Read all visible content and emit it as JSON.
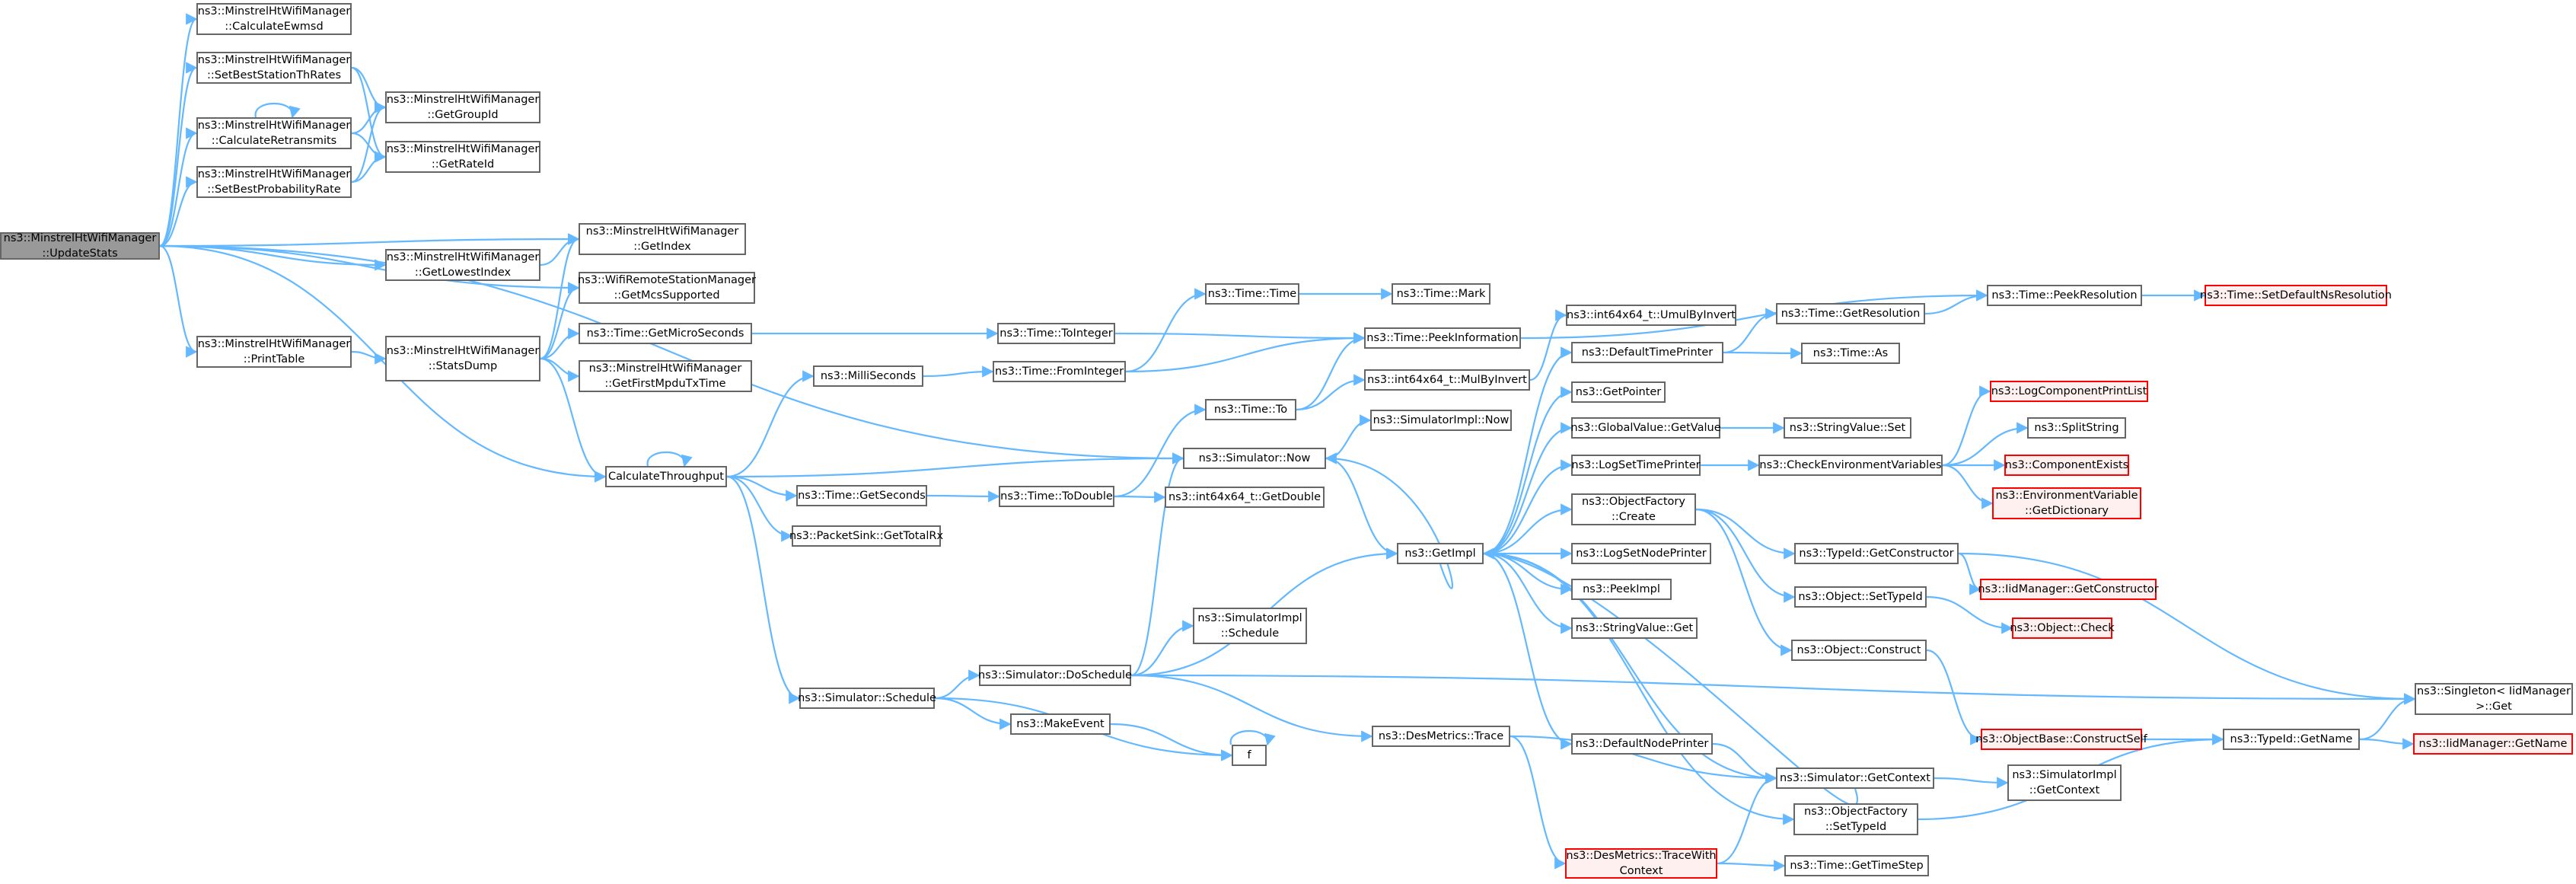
{
  "colors": {
    "edge": "#63b8ff",
    "node_border": "#666666",
    "warn_border": "#ff0000",
    "warn_fill": "#fff0f0",
    "root_fill": "#999999"
  },
  "nodes": {
    "update_stats": {
      "lines": [
        "ns3::MinstrelHtWifiManager",
        "::UpdateStats"
      ],
      "style": "root"
    },
    "calc_ewmsd": {
      "lines": [
        "ns3::MinstrelHtWifiManager",
        "::CalculateEwmsd"
      ],
      "style": "normal"
    },
    "set_best_station_th": {
      "lines": [
        "ns3::MinstrelHtWifiManager",
        "::SetBestStationThRates"
      ],
      "style": "normal"
    },
    "calc_retransmits": {
      "lines": [
        "ns3::MinstrelHtWifiManager",
        "::CalculateRetransmits"
      ],
      "style": "normal"
    },
    "set_best_prob": {
      "lines": [
        "ns3::MinstrelHtWifiManager",
        "::SetBestProbabilityRate"
      ],
      "style": "normal"
    },
    "get_group_id": {
      "lines": [
        "ns3::MinstrelHtWifiManager",
        "::GetGroupId"
      ],
      "style": "normal"
    },
    "get_rate_id": {
      "lines": [
        "ns3::MinstrelHtWifiManager",
        "::GetRateId"
      ],
      "style": "normal"
    },
    "get_index": {
      "lines": [
        "ns3::MinstrelHtWifiManager",
        "::GetIndex"
      ],
      "style": "normal"
    },
    "get_lowest_index": {
      "lines": [
        "ns3::MinstrelHtWifiManager",
        "::GetLowestIndex"
      ],
      "style": "normal"
    },
    "get_mcs_supported": {
      "lines": [
        "ns3::WifiRemoteStationManager",
        "::GetMcsSupported"
      ],
      "style": "normal"
    },
    "print_table": {
      "lines": [
        "ns3::MinstrelHtWifiManager",
        "::PrintTable"
      ],
      "style": "normal"
    },
    "stats_dump": {
      "lines": [
        "ns3::MinstrelHtWifiManager",
        "::StatsDump"
      ],
      "style": "normal"
    },
    "get_micro_seconds": {
      "lines": [
        "ns3::Time::GetMicroSeconds"
      ],
      "style": "normal"
    },
    "get_first_mpdu": {
      "lines": [
        "ns3::MinstrelHtWifiManager",
        "::GetFirstMpduTxTime"
      ],
      "style": "normal"
    },
    "milli_seconds": {
      "lines": [
        "ns3::MilliSeconds"
      ],
      "style": "normal"
    },
    "calc_throughput": {
      "lines": [
        "CalculateThroughput"
      ],
      "style": "normal"
    },
    "time_get_seconds": {
      "lines": [
        "ns3::Time::GetSeconds"
      ],
      "style": "normal"
    },
    "packet_sink": {
      "lines": [
        "ns3::PacketSink::GetTotalRx"
      ],
      "style": "normal"
    },
    "sim_schedule": {
      "lines": [
        "ns3::Simulator::Schedule"
      ],
      "style": "normal"
    },
    "time_to_integer": {
      "lines": [
        "ns3::Time::ToInteger"
      ],
      "style": "normal"
    },
    "time_from_integer": {
      "lines": [
        "ns3::Time::FromInteger"
      ],
      "style": "normal"
    },
    "time_to_double": {
      "lines": [
        "ns3::Time::ToDouble"
      ],
      "style": "normal"
    },
    "sim_do_schedule": {
      "lines": [
        "ns3::Simulator::DoSchedule"
      ],
      "style": "normal"
    },
    "make_event": {
      "lines": [
        "ns3::MakeEvent"
      ],
      "style": "normal"
    },
    "time_time": {
      "lines": [
        "ns3::Time::Time"
      ],
      "style": "normal"
    },
    "time_to": {
      "lines": [
        "ns3::Time::To"
      ],
      "style": "normal"
    },
    "sim_now": {
      "lines": [
        "ns3::Simulator::Now"
      ],
      "style": "normal"
    },
    "int64_get_double": {
      "lines": [
        "ns3::int64x64_t::GetDouble"
      ],
      "style": "normal"
    },
    "simimpl_schedule": {
      "lines": [
        "ns3::SimulatorImpl",
        "::Schedule"
      ],
      "style": "normal"
    },
    "f": {
      "lines": [
        "f"
      ],
      "style": "normal"
    },
    "des_trace": {
      "lines": [
        "ns3::DesMetrics::Trace"
      ],
      "style": "normal"
    },
    "time_mark": {
      "lines": [
        "ns3::Time::Mark"
      ],
      "style": "normal"
    },
    "peek_information": {
      "lines": [
        "ns3::Time::PeekInformation"
      ],
      "style": "normal"
    },
    "mul_by_invert": {
      "lines": [
        "ns3::int64x64_t::MulByInvert"
      ],
      "style": "normal"
    },
    "simimpl_now": {
      "lines": [
        "ns3::SimulatorImpl::Now"
      ],
      "style": "normal"
    },
    "get_impl": {
      "lines": [
        "ns3::GetImpl"
      ],
      "style": "normal"
    },
    "umul_by_invert": {
      "lines": [
        "ns3::int64x64_t::UmulByInvert"
      ],
      "style": "normal"
    },
    "default_time_printer": {
      "lines": [
        "ns3::DefaultTimePrinter"
      ],
      "style": "normal"
    },
    "get_pointer": {
      "lines": [
        "ns3::GetPointer"
      ],
      "style": "normal"
    },
    "global_value": {
      "lines": [
        "ns3::GlobalValue::GetValue"
      ],
      "style": "normal"
    },
    "log_set_time_printer": {
      "lines": [
        "ns3::LogSetTimePrinter"
      ],
      "style": "normal"
    },
    "object_factory_create": {
      "lines": [
        "ns3::ObjectFactory",
        "::Create"
      ],
      "style": "normal"
    },
    "log_set_node_printer": {
      "lines": [
        "ns3::LogSetNodePrinter"
      ],
      "style": "normal"
    },
    "peek_impl": {
      "lines": [
        "ns3::PeekImpl"
      ],
      "style": "normal"
    },
    "string_value_get": {
      "lines": [
        "ns3::StringValue::Get"
      ],
      "style": "normal"
    },
    "default_node_printer": {
      "lines": [
        "ns3::DefaultNodePrinter"
      ],
      "style": "normal"
    },
    "trace_with_context": {
      "lines": [
        "ns3::DesMetrics::TraceWith",
        "Context"
      ],
      "style": "warn"
    },
    "time_get_resolution": {
      "lines": [
        "ns3::Time::GetResolution"
      ],
      "style": "normal"
    },
    "time_as": {
      "lines": [
        "ns3::Time::As"
      ],
      "style": "normal"
    },
    "string_value_set": {
      "lines": [
        "ns3::StringValue::Set"
      ],
      "style": "normal"
    },
    "check_env_vars": {
      "lines": [
        "ns3::CheckEnvironmentVariables"
      ],
      "style": "normal"
    },
    "typeid_get_constructor": {
      "lines": [
        "ns3::TypeId::GetConstructor"
      ],
      "style": "normal"
    },
    "object_set_typeid": {
      "lines": [
        "ns3::Object::SetTypeId"
      ],
      "style": "normal"
    },
    "object_construct": {
      "lines": [
        "ns3::Object::Construct"
      ],
      "style": "normal"
    },
    "sim_get_context": {
      "lines": [
        "ns3::Simulator::GetContext"
      ],
      "style": "normal"
    },
    "object_factory_set_typeid": {
      "lines": [
        "ns3::ObjectFactory",
        "::SetTypeId"
      ],
      "style": "normal"
    },
    "time_get_time_step": {
      "lines": [
        "ns3::Time::GetTimeStep"
      ],
      "style": "normal"
    },
    "object_base_construct_self": {
      "lines": [
        "ns3::ObjectBase::ConstructSelf"
      ],
      "style": "warn"
    },
    "simimpl_get_context": {
      "lines": [
        "ns3::SimulatorImpl",
        "::GetContext"
      ],
      "style": "normal"
    },
    "time_peek_resolution": {
      "lines": [
        "ns3::Time::PeekResolution"
      ],
      "style": "normal"
    },
    "log_component_print_list": {
      "lines": [
        "ns3::LogComponentPrintList"
      ],
      "style": "warn"
    },
    "split_string": {
      "lines": [
        "ns3::SplitString"
      ],
      "style": "normal"
    },
    "component_exists": {
      "lines": [
        "ns3::ComponentExists"
      ],
      "style": "warn"
    },
    "env_var_get_dictionary": {
      "lines": [
        "ns3::EnvironmentVariable",
        "::GetDictionary"
      ],
      "style": "warn"
    },
    "iid_get_constructor": {
      "lines": [
        "ns3::IidManager::GetConstructor"
      ],
      "style": "warn"
    },
    "object_check": {
      "lines": [
        "ns3::Object::Check"
      ],
      "style": "warn"
    },
    "typeid_get_name": {
      "lines": [
        "ns3::TypeId::GetName"
      ],
      "style": "normal"
    },
    "set_default_ns_resolution": {
      "lines": [
        "ns3::Time::SetDefaultNsResolution"
      ],
      "style": "warn"
    },
    "singleton_get": {
      "lines": [
        "ns3::Singleton< IidManager",
        " >::Get"
      ],
      "style": "normal"
    },
    "iid_get_name": {
      "lines": [
        "ns3::IidManager::GetName"
      ],
      "style": "warn"
    }
  },
  "edges": [
    [
      "update_stats",
      "calc_ewmsd"
    ],
    [
      "update_stats",
      "set_best_station_th"
    ],
    [
      "update_stats",
      "calc_retransmits"
    ],
    [
      "update_stats",
      "set_best_prob"
    ],
    [
      "update_stats",
      "get_index"
    ],
    [
      "update_stats",
      "get_lowest_index"
    ],
    [
      "update_stats",
      "get_mcs_supported"
    ],
    [
      "update_stats",
      "print_table"
    ],
    [
      "update_stats",
      "calc_throughput"
    ],
    [
      "update_stats",
      "sim_now"
    ],
    [
      "set_best_station_th",
      "get_group_id"
    ],
    [
      "set_best_station_th",
      "get_rate_id"
    ],
    [
      "calc_retransmits",
      "get_group_id"
    ],
    [
      "calc_retransmits",
      "get_rate_id"
    ],
    [
      "calc_retransmits",
      "calc_retransmits"
    ],
    [
      "set_best_prob",
      "get_group_id"
    ],
    [
      "set_best_prob",
      "get_rate_id"
    ],
    [
      "get_lowest_index",
      "get_index"
    ],
    [
      "print_table",
      "stats_dump"
    ],
    [
      "stats_dump",
      "get_index"
    ],
    [
      "stats_dump",
      "get_mcs_supported"
    ],
    [
      "stats_dump",
      "get_micro_seconds"
    ],
    [
      "stats_dump",
      "get_first_mpdu"
    ],
    [
      "stats_dump",
      "calc_throughput"
    ],
    [
      "calc_throughput",
      "calc_throughput"
    ],
    [
      "calc_throughput",
      "milli_seconds"
    ],
    [
      "calc_throughput",
      "sim_now"
    ],
    [
      "calc_throughput",
      "time_get_seconds"
    ],
    [
      "calc_throughput",
      "packet_sink"
    ],
    [
      "calc_throughput",
      "sim_schedule"
    ],
    [
      "get_micro_seconds",
      "time_to_integer"
    ],
    [
      "milli_seconds",
      "time_from_integer"
    ],
    [
      "time_get_seconds",
      "time_to_double"
    ],
    [
      "time_to_integer",
      "peek_information"
    ],
    [
      "time_from_integer",
      "time_time"
    ],
    [
      "time_from_integer",
      "peek_information"
    ],
    [
      "time_to_double",
      "time_to"
    ],
    [
      "time_to_double",
      "int64_get_double"
    ],
    [
      "sim_schedule",
      "sim_do_schedule"
    ],
    [
      "sim_schedule",
      "make_event"
    ],
    [
      "sim_schedule",
      "f"
    ],
    [
      "sim_do_schedule",
      "sim_now"
    ],
    [
      "sim_do_schedule",
      "simimpl_schedule"
    ],
    [
      "sim_do_schedule",
      "get_impl"
    ],
    [
      "sim_do_schedule",
      "des_trace"
    ],
    [
      "sim_do_schedule",
      "singleton_get"
    ],
    [
      "make_event",
      "f"
    ],
    [
      "f",
      "f"
    ],
    [
      "time_time",
      "time_mark"
    ],
    [
      "time_to",
      "peek_information"
    ],
    [
      "time_to",
      "mul_by_invert"
    ],
    [
      "sim_now",
      "simimpl_now"
    ],
    [
      "sim_now",
      "get_impl"
    ],
    [
      "des_trace",
      "sim_get_context"
    ],
    [
      "des_trace",
      "trace_with_context"
    ],
    [
      "peek_information",
      "time_peek_resolution"
    ],
    [
      "mul_by_invert",
      "umul_by_invert"
    ],
    [
      "get_impl",
      "sim_now"
    ],
    [
      "get_impl",
      "default_time_printer"
    ],
    [
      "get_impl",
      "get_pointer"
    ],
    [
      "get_impl",
      "global_value"
    ],
    [
      "get_impl",
      "log_set_time_printer"
    ],
    [
      "get_impl",
      "object_factory_create"
    ],
    [
      "get_impl",
      "log_set_node_printer"
    ],
    [
      "get_impl",
      "peek_impl"
    ],
    [
      "get_impl",
      "string_value_get"
    ],
    [
      "get_impl",
      "default_node_printer"
    ],
    [
      "get_impl",
      "sim_get_context"
    ],
    [
      "get_impl",
      "object_factory_set_typeid"
    ],
    [
      "default_time_printer",
      "time_get_resolution"
    ],
    [
      "default_time_printer",
      "time_as"
    ],
    [
      "time_get_resolution",
      "time_peek_resolution"
    ],
    [
      "time_peek_resolution",
      "set_default_ns_resolution"
    ],
    [
      "global_value",
      "string_value_set"
    ],
    [
      "log_set_time_printer",
      "check_env_vars"
    ],
    [
      "check_env_vars",
      "log_component_print_list"
    ],
    [
      "check_env_vars",
      "split_string"
    ],
    [
      "check_env_vars",
      "component_exists"
    ],
    [
      "check_env_vars",
      "env_var_get_dictionary"
    ],
    [
      "object_factory_create",
      "typeid_get_constructor"
    ],
    [
      "object_factory_create",
      "object_set_typeid"
    ],
    [
      "object_factory_create",
      "object_construct"
    ],
    [
      "typeid_get_constructor",
      "iid_get_constructor"
    ],
    [
      "typeid_get_constructor",
      "singleton_get"
    ],
    [
      "object_set_typeid",
      "object_check"
    ],
    [
      "object_construct",
      "object_base_construct_self"
    ],
    [
      "object_base_construct_self",
      "typeid_get_name"
    ],
    [
      "typeid_get_name",
      "singleton_get"
    ],
    [
      "typeid_get_name",
      "iid_get_name"
    ],
    [
      "default_node_printer",
      "sim_get_context"
    ],
    [
      "sim_get_context",
      "simimpl_get_context"
    ],
    [
      "sim_get_context",
      "get_impl"
    ],
    [
      "trace_with_context",
      "sim_get_context"
    ],
    [
      "trace_with_context",
      "time_get_time_step"
    ],
    [
      "object_factory_set_typeid",
      "typeid_get_name"
    ]
  ]
}
